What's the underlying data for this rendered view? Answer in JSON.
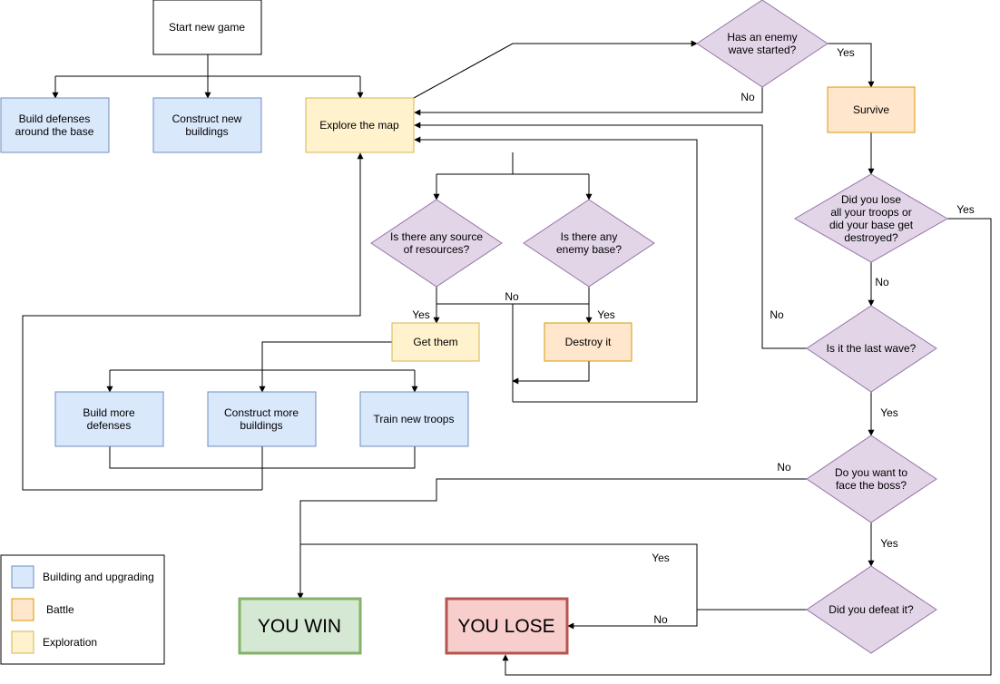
{
  "colors": {
    "build": "#dae8fc",
    "build_stroke": "#6c8ebf",
    "battle": "#ffe6cc",
    "battle_stroke": "#d79b00",
    "explore": "#fff2cc",
    "explore_stroke": "#d6b656",
    "decision": "#e1d5e7",
    "decision_stroke": "#9673a6",
    "win": "#d5e8d4",
    "win_stroke": "#82b366",
    "lose": "#f8cecc",
    "lose_stroke": "#b85450"
  },
  "nodes": {
    "start": [
      "Start new game"
    ],
    "build_defenses": [
      "Build defenses",
      "around the base"
    ],
    "construct_buildings": [
      "Construct new",
      "buildings"
    ],
    "explore": [
      "Explore the map"
    ],
    "source_q": [
      "Is there any source",
      "of resources?"
    ],
    "enemy_base_q": [
      "Is there any",
      "enemy base?"
    ],
    "get_them": [
      "Get them"
    ],
    "destroy_it": [
      "Destroy it"
    ],
    "build_more": [
      "Build more",
      "defenses"
    ],
    "construct_more": [
      "Construct more",
      "buildings"
    ],
    "train": [
      "Train new troops"
    ],
    "wave_q": [
      "Has an enemy",
      "wave started?"
    ],
    "survive": [
      "Survive"
    ],
    "lose_q": [
      "Did you lose",
      "all your troops or",
      "did your base get",
      "destroyed?"
    ],
    "last_wave_q": [
      "Is it the last wave?"
    ],
    "boss_q": [
      "Do you want to",
      "face the boss?"
    ],
    "defeat_q": [
      "Did you defeat it?"
    ],
    "win": [
      "YOU WIN"
    ],
    "lose": [
      "YOU LOSE"
    ]
  },
  "edge_labels": {
    "wave_yes": "Yes",
    "wave_no": "No",
    "source_yes": "Yes",
    "enemy_yes": "Yes",
    "both_no": "No",
    "lose_yes": "Yes",
    "lose_no": "No",
    "last_no": "No",
    "last_yes": "Yes",
    "boss_no": "No",
    "boss_yes": "Yes",
    "defeat_yes": "Yes",
    "defeat_no": "No"
  },
  "legend": {
    "items": [
      {
        "label": "Building and upgrading",
        "kind": "build"
      },
      {
        "label": "Battle",
        "kind": "battle"
      },
      {
        "label": "Exploration",
        "kind": "explore"
      }
    ]
  }
}
